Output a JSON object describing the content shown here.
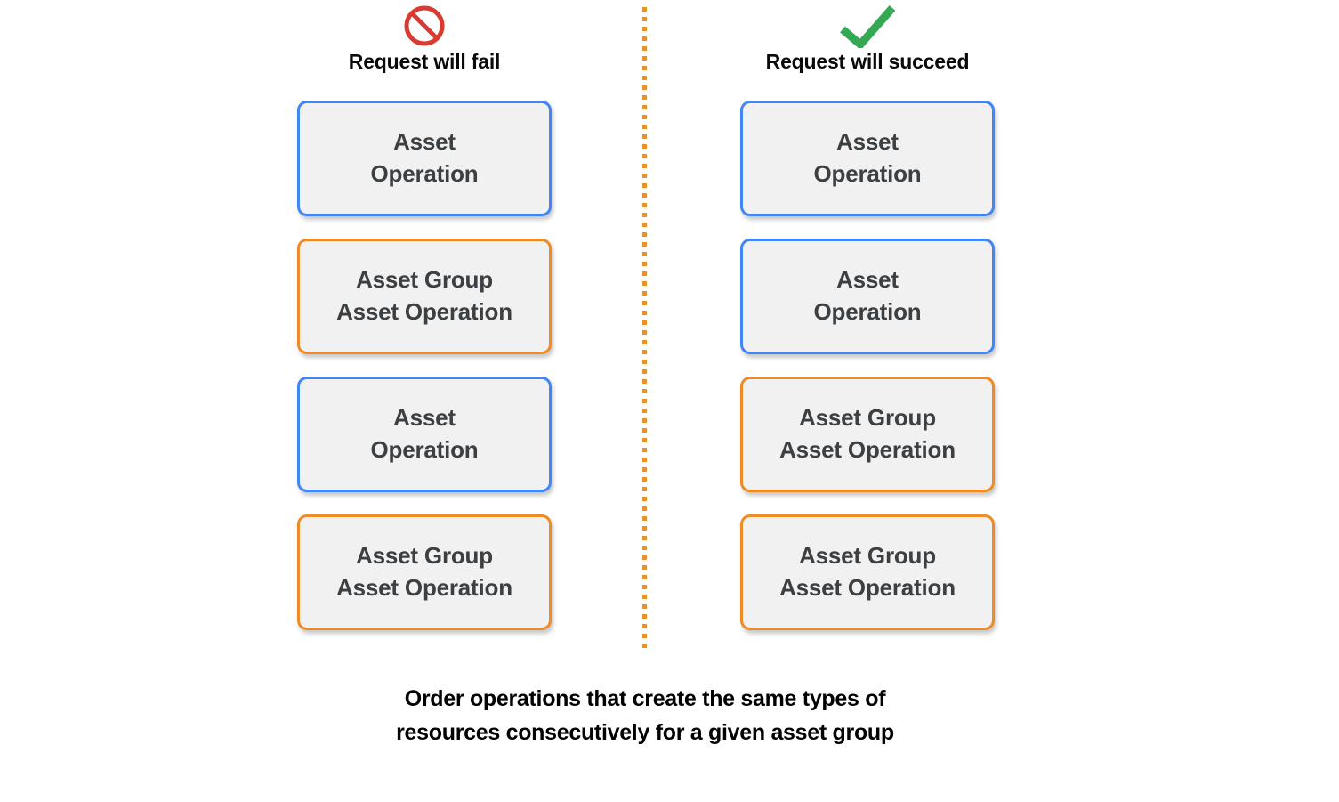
{
  "diagram": {
    "background_color": "#ffffff",
    "divider": {
      "name": "dotted-divider",
      "color": "#e8912b",
      "style": "dotted-vertical"
    },
    "colors": {
      "blue_border": "#4285f4",
      "orange_border": "#ee8b26",
      "box_fill": "#f1f1f1",
      "box_text": "#3c4043",
      "fail_icon": "#d93b30",
      "success_icon": "#34a853",
      "divider": "#e8912b",
      "caption_text": "#000000"
    },
    "columns": [
      {
        "id": "fail",
        "icon": "prohibition-icon",
        "icon_color": "#d93b30",
        "header": "Request will fail",
        "boxes": [
          {
            "label": "Asset\nOperation",
            "type": "asset-operation",
            "color": "blue"
          },
          {
            "label": "Asset Group\nAsset Operation",
            "type": "asset-group-asset-operation",
            "color": "orange"
          },
          {
            "label": "Asset\nOperation",
            "type": "asset-operation",
            "color": "blue"
          },
          {
            "label": "Asset Group\nAsset Operation",
            "type": "asset-group-asset-operation",
            "color": "orange"
          }
        ]
      },
      {
        "id": "succeed",
        "icon": "checkmark-icon",
        "icon_color": "#34a853",
        "header": "Request will succeed",
        "boxes": [
          {
            "label": "Asset\nOperation",
            "type": "asset-operation",
            "color": "blue"
          },
          {
            "label": "Asset\nOperation",
            "type": "asset-operation",
            "color": "blue"
          },
          {
            "label": "Asset Group\nAsset Operation",
            "type": "asset-group-asset-operation",
            "color": "orange"
          },
          {
            "label": "Asset Group\nAsset Operation",
            "type": "asset-group-asset-operation",
            "color": "orange"
          }
        ]
      }
    ],
    "caption": {
      "line1": "Order operations that create the same types of",
      "line2": "resources consecutively for a given asset group"
    }
  }
}
